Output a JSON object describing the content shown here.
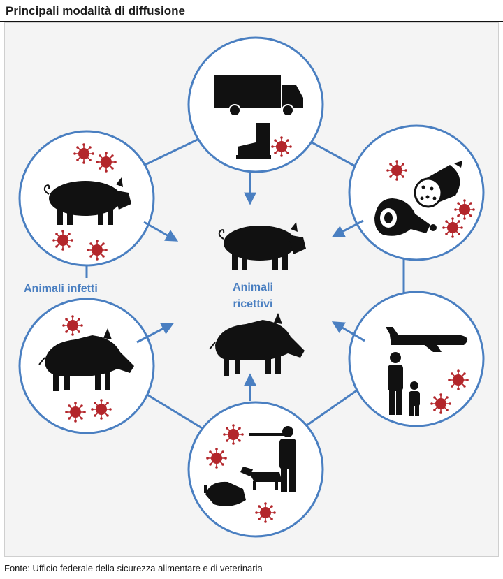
{
  "title": "Principali modalità di diffusione",
  "labels": {
    "infected": "Animali infetti",
    "receptive_line1": "Animali",
    "receptive_line2": "ricettivi"
  },
  "source": "Fonte: Ufficio federale della sicurezza alimentare e di veterinaria",
  "colors": {
    "circle": "#4a7fc1",
    "arrow": "#4a7fc1",
    "virus": "#b3262b",
    "silhouette": "#111111"
  }
}
